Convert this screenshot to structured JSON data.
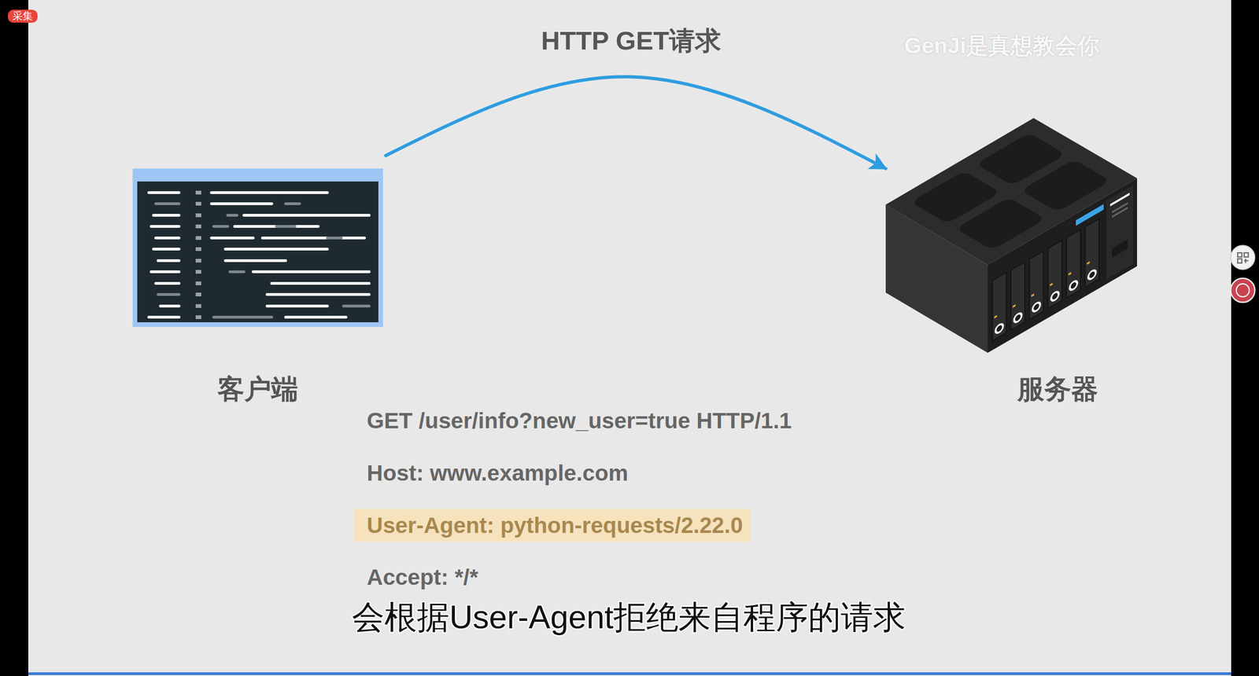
{
  "diagram": {
    "nodes": [
      {
        "text": [
          "客户端"
        ]
      },
      {
        "text": [
          "服务器"
        ]
      }
    ],
    "edges": [
      {
        "from": 0,
        "to": 1,
        "arrow": "to",
        "label": "HTTP GET请求"
      }
    ],
    "labels": [
      "采集",
      "GenJi是真想教会你",
      "GET /user/info?new_user=true HTTP/1.1",
      "Host: www.example.com",
      "User-Agent: python-requests/2.22.0",
      "Accept: */*",
      "会根据User-Agent拒绝来自程序的请求"
    ]
  }
}
